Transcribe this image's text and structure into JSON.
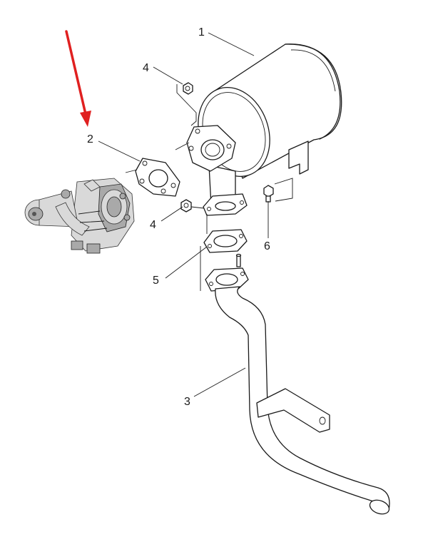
{
  "callouts": [
    {
      "id": "1",
      "label": "1"
    },
    {
      "id": "2",
      "label": "2"
    },
    {
      "id": "3",
      "label": "3"
    },
    {
      "id": "4a",
      "label": "4"
    },
    {
      "id": "4b",
      "label": "4"
    },
    {
      "id": "5",
      "label": "5"
    },
    {
      "id": "6",
      "label": "6"
    }
  ],
  "colors": {
    "line": "#1a1a1a",
    "highlight_arrow": "#e02020"
  }
}
